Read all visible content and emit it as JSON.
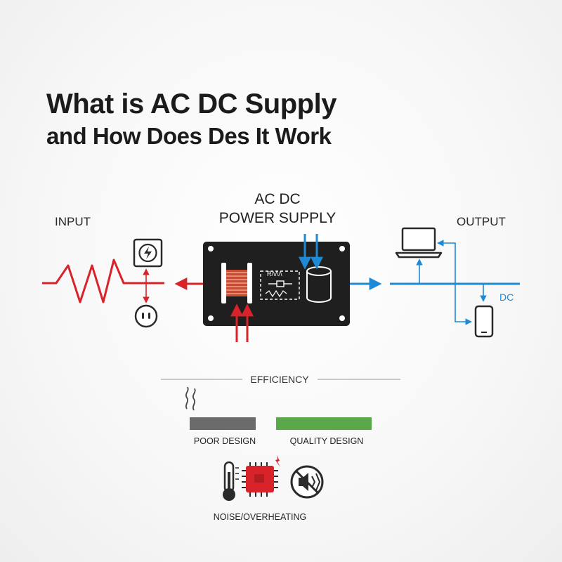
{
  "title": {
    "line1": "What is AC DC Supply",
    "line2": "and How Does Des It Work"
  },
  "diagram": {
    "input_label": "INPUT",
    "output_label": "OUTPUT",
    "supply_label_line1": "AC DC",
    "supply_label_line2": "POWER SUPPLY",
    "dc_label": "DC",
    "circuit_text": "R/\\/\\/\\",
    "colors": {
      "ac": "#d8232a",
      "dc": "#1e8ad6",
      "board": "#1f1f1f",
      "coil": "#c84c32"
    }
  },
  "efficiency": {
    "heading": "EFFICIENCY",
    "poor_label": "POOR DESIGN",
    "quality_label": "QUALITY DESIGN",
    "poor_color": "#6b6b6b",
    "quality_color": "#5aa84a",
    "issues_label": "NOISE/OVERHEATING"
  }
}
